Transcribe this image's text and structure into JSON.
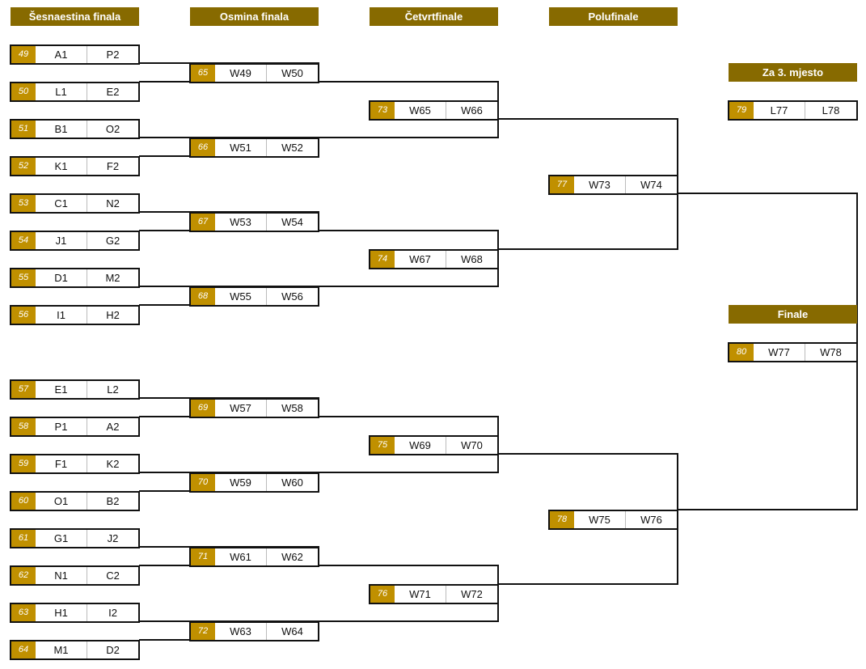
{
  "headers": {
    "r32": "Šesnaestina finala",
    "r16": "Osmina finala",
    "qf": "Četvrtfinale",
    "sf": "Polufinale",
    "third": "Za 3. mjesto",
    "final": "Finale"
  },
  "matches": {
    "m49": {
      "num": "49",
      "t1": "A1",
      "t2": "P2"
    },
    "m50": {
      "num": "50",
      "t1": "L1",
      "t2": "E2"
    },
    "m51": {
      "num": "51",
      "t1": "B1",
      "t2": "O2"
    },
    "m52": {
      "num": "52",
      "t1": "K1",
      "t2": "F2"
    },
    "m53": {
      "num": "53",
      "t1": "C1",
      "t2": "N2"
    },
    "m54": {
      "num": "54",
      "t1": "J1",
      "t2": "G2"
    },
    "m55": {
      "num": "55",
      "t1": "D1",
      "t2": "M2"
    },
    "m56": {
      "num": "56",
      "t1": "I1",
      "t2": "H2"
    },
    "m57": {
      "num": "57",
      "t1": "E1",
      "t2": "L2"
    },
    "m58": {
      "num": "58",
      "t1": "P1",
      "t2": "A2"
    },
    "m59": {
      "num": "59",
      "t1": "F1",
      "t2": "K2"
    },
    "m60": {
      "num": "60",
      "t1": "O1",
      "t2": "B2"
    },
    "m61": {
      "num": "61",
      "t1": "G1",
      "t2": "J2"
    },
    "m62": {
      "num": "62",
      "t1": "N1",
      "t2": "C2"
    },
    "m63": {
      "num": "63",
      "t1": "H1",
      "t2": "I2"
    },
    "m64": {
      "num": "64",
      "t1": "M1",
      "t2": "D2"
    },
    "m65": {
      "num": "65",
      "t1": "W49",
      "t2": "W50"
    },
    "m66": {
      "num": "66",
      "t1": "W51",
      "t2": "W52"
    },
    "m67": {
      "num": "67",
      "t1": "W53",
      "t2": "W54"
    },
    "m68": {
      "num": "68",
      "t1": "W55",
      "t2": "W56"
    },
    "m69": {
      "num": "69",
      "t1": "W57",
      "t2": "W58"
    },
    "m70": {
      "num": "70",
      "t1": "W59",
      "t2": "W60"
    },
    "m71": {
      "num": "71",
      "t1": "W61",
      "t2": "W62"
    },
    "m72": {
      "num": "72",
      "t1": "W63",
      "t2": "W64"
    },
    "m73": {
      "num": "73",
      "t1": "W65",
      "t2": "W66"
    },
    "m74": {
      "num": "74",
      "t1": "W67",
      "t2": "W68"
    },
    "m75": {
      "num": "75",
      "t1": "W69",
      "t2": "W70"
    },
    "m76": {
      "num": "76",
      "t1": "W71",
      "t2": "W72"
    },
    "m77": {
      "num": "77",
      "t1": "W73",
      "t2": "W74"
    },
    "m78": {
      "num": "78",
      "t1": "W75",
      "t2": "W76"
    },
    "m79": {
      "num": "79",
      "t1": "L77",
      "t2": "L78"
    },
    "m80": {
      "num": "80",
      "t1": "W77",
      "t2": "W78"
    }
  },
  "colors": {
    "header_bg": "#876a00",
    "number_bg": "#c09000",
    "line": "#111111"
  }
}
